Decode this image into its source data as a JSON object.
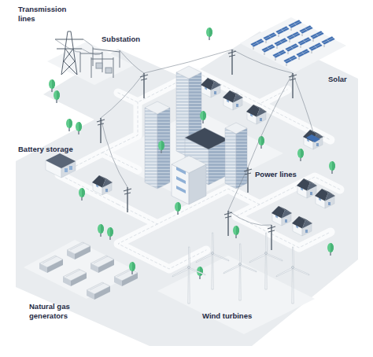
{
  "diagram": {
    "labels": [
      "Transmission lines",
      "Substation",
      "Solar",
      "Battery storage",
      "Power lines",
      "Natural gas generators",
      "Wind turbines"
    ]
  }
}
